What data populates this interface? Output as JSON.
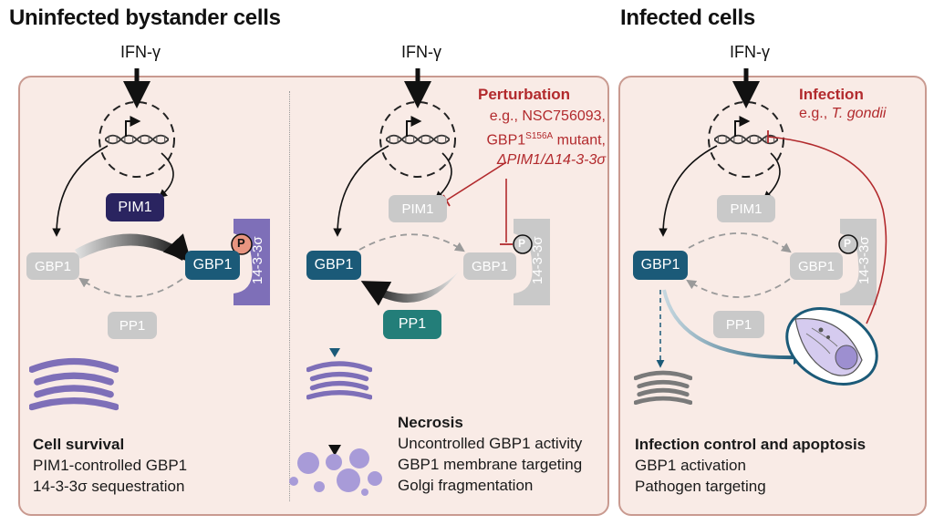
{
  "titles": {
    "left": "Uninfected bystander cells",
    "right": "Infected cells"
  },
  "labels": {
    "ifn": "IFN-γ",
    "pim1": "PIM1",
    "gbp1": "GBP1",
    "pp1": "PP1",
    "p": "P",
    "adapter": "14-3-3σ"
  },
  "perturbation": {
    "title": "Perturbation",
    "line1": "e.g., NSC756093,",
    "line2_prefix": "GBP1",
    "line2_sup": "S156A",
    "line2_suffix": " mutant,",
    "line3": "ΔPIM1/Δ14-3-3σ"
  },
  "infection": {
    "title": "Infection",
    "line1_prefix": "e.g., ",
    "line1_italic": "T. gondii"
  },
  "captions": {
    "survival": {
      "title": "Cell survival",
      "line1": "PIM1-controlled GBP1",
      "line2": "14-3-3σ sequestration"
    },
    "necrosis": {
      "title": "Necrosis",
      "line1": "Uncontrolled GBP1 activity",
      "line2": "GBP1 membrane targeting",
      "line3": "Golgi fragmentation"
    },
    "infection": {
      "title": "Infection control and apoptosis",
      "line1": "GBP1 activation",
      "line2": "Pathogen targeting"
    }
  },
  "colors": {
    "panel_bg": "#f9ebe6",
    "panel_border": "#c99a90",
    "pim1_active": "#2a2460",
    "gbp1_active": "#1b5a78",
    "pp1_active": "#237e79",
    "adapter_active": "#7e6fb8",
    "phospho": "#e89580",
    "inhibition_red": "#b22a2d",
    "golgi": "#7e6fb8",
    "inactive_gray": "#c9c9c9"
  },
  "icons": [
    "dna-helix-icon",
    "golgi-stack-icon",
    "toxoplasma-parasite-icon",
    "phosphate-icon"
  ]
}
